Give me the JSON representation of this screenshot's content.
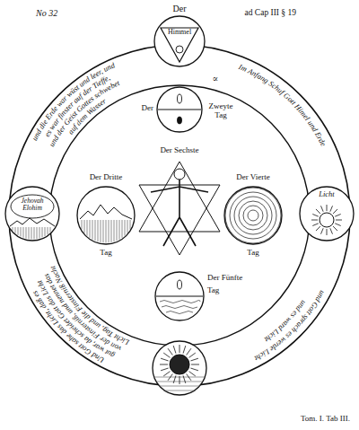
{
  "diagram": {
    "nodes": [
      {
        "text": [
          "Der",
          "Himmel"
        ]
      },
      {
        "text": [
          "Jehovah Elohim"
        ]
      },
      {
        "text": [
          "Licht"
        ]
      },
      {
        "text": [
          "Der",
          "Zweyte Tag"
        ]
      },
      {
        "text": [
          "Der Dritte",
          "Tag"
        ]
      },
      {
        "text": [
          "Der Sechste"
        ]
      },
      {
        "text": [
          "Der Vierte",
          "Tag"
        ]
      },
      {
        "text": [
          "Der Fünfte",
          "Tag"
        ]
      }
    ],
    "labels": [
      "No 32",
      "ad Cap III § 19",
      "Im Anfang Schuf Gott Himel und Erde",
      "und die Erde war wüst und leer, und",
      "es war finster auf der Tieffe,",
      "und der Geist Gottes schwebet",
      "auf dem Wasser",
      "und Gott sprach es werde Licht",
      "und es ward Licht",
      "Und Gott sahe das Licht, daß es",
      "gut war, da scheidet Gott das Licht",
      "von der Finsterniß, und nennet das",
      "Licht Tag, und die Finsterniß Nacht",
      "∝",
      "Tom. I. Tab III."
    ]
  }
}
